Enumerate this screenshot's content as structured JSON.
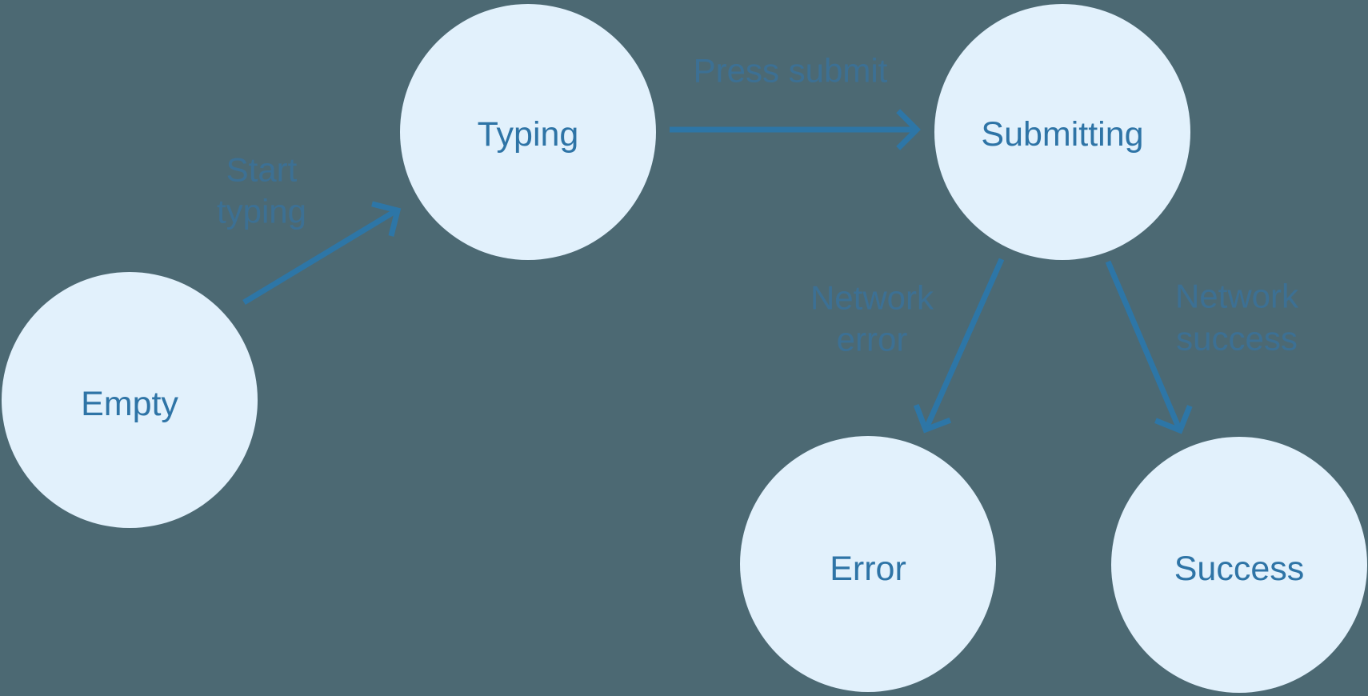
{
  "diagram": {
    "type": "state-machine",
    "colors": {
      "background": "#4c6973",
      "node_fill": "#e2f1fc",
      "node_text": "#2e74a6",
      "arrow": "#2d76a7",
      "edge_label": "#3c7094"
    },
    "nodes": [
      {
        "id": "empty",
        "label": "Empty"
      },
      {
        "id": "typing",
        "label": "Typing"
      },
      {
        "id": "submitting",
        "label": "Submitting"
      },
      {
        "id": "error",
        "label": "Error"
      },
      {
        "id": "success",
        "label": "Success"
      }
    ],
    "edges": [
      {
        "from": "empty",
        "to": "typing",
        "label_lines": [
          "Start",
          "typing"
        ]
      },
      {
        "from": "typing",
        "to": "submitting",
        "label_lines": [
          "Press submit"
        ]
      },
      {
        "from": "submitting",
        "to": "error",
        "label_lines": [
          "Network",
          "error"
        ]
      },
      {
        "from": "submitting",
        "to": "success",
        "label_lines": [
          "Network",
          "success"
        ]
      }
    ]
  }
}
